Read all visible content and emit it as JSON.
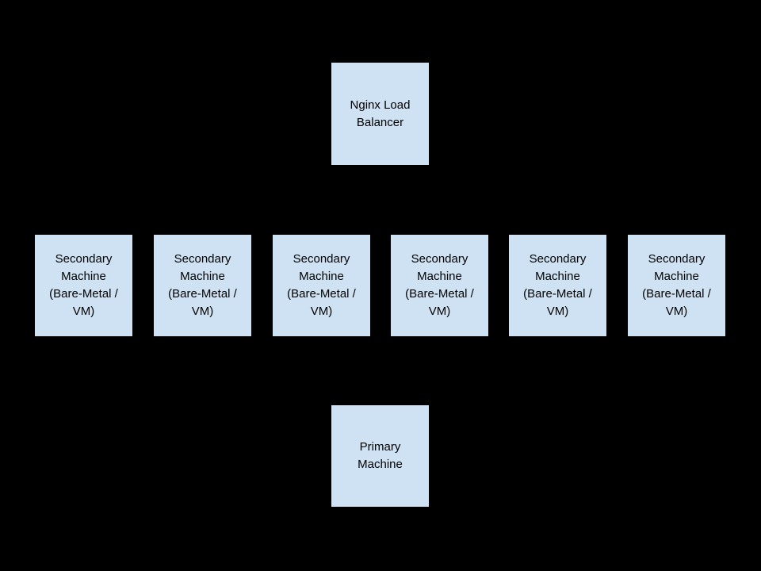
{
  "diagram": {
    "background_color": "#000000",
    "box_fill_color": "#cfe2f3",
    "box_border_color": "#000000",
    "text_color": "#000000",
    "load_balancer": {
      "label": "Nginx Load\nBalancer"
    },
    "secondary_machines": [
      {
        "label": "Secondary\nMachine\n(Bare-Metal /\nVM)"
      },
      {
        "label": "Secondary\nMachine\n(Bare-Metal /\nVM)"
      },
      {
        "label": "Secondary\nMachine\n(Bare-Metal /\nVM)"
      },
      {
        "label": "Secondary\nMachine\n(Bare-Metal /\nVM)"
      },
      {
        "label": "Secondary\nMachine\n(Bare-Metal /\nVM)"
      },
      {
        "label": "Secondary\nMachine\n(Bare-Metal /\nVM)"
      }
    ],
    "primary_machine": {
      "label": "Primary\nMachine"
    }
  }
}
